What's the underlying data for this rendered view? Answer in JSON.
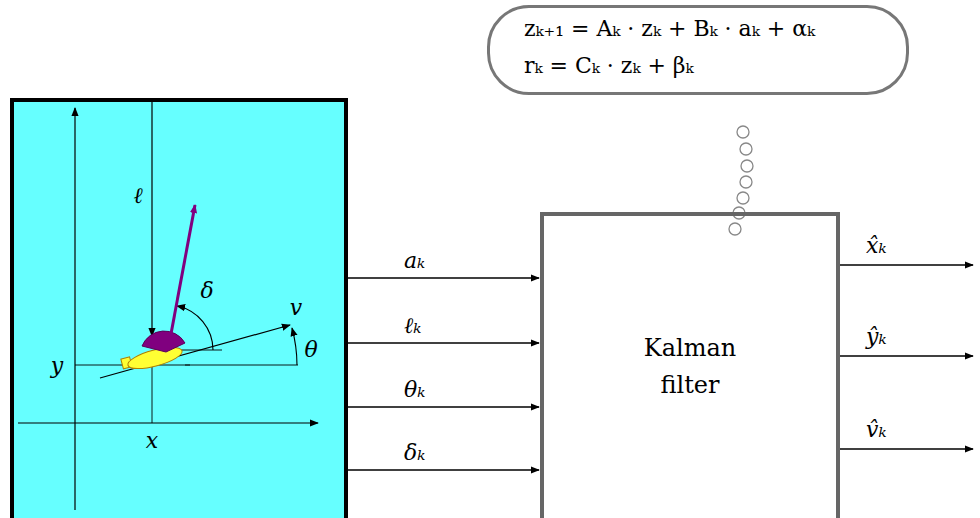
{
  "diagram": {
    "nodes": [
      {
        "text": [
          "ℓ",
          "δ",
          "v",
          "θ",
          "y",
          "x"
        ]
      },
      {
        "text": [
          "Kalman filter"
        ]
      },
      {
        "text": [
          "zₖ₊₁ = Aₖ · zₖ + Bₖ · aₖ + αₖ",
          "rₖ = Cₖ · zₖ + βₖ"
        ]
      }
    ],
    "edges": [
      {
        "from": 0,
        "to": 1,
        "label": "aₖ",
        "arrow": "to"
      },
      {
        "from": 0,
        "to": 1,
        "label": "ℓₖ",
        "arrow": "to"
      },
      {
        "from": 0,
        "to": 1,
        "label": "θₖ",
        "arrow": "to"
      },
      {
        "from": 0,
        "to": 1,
        "label": "δₖ",
        "arrow": "to"
      }
    ],
    "labels": [
      "x̂ₖ",
      "ŷₖ",
      "v̂ₖ"
    ]
  }
}
